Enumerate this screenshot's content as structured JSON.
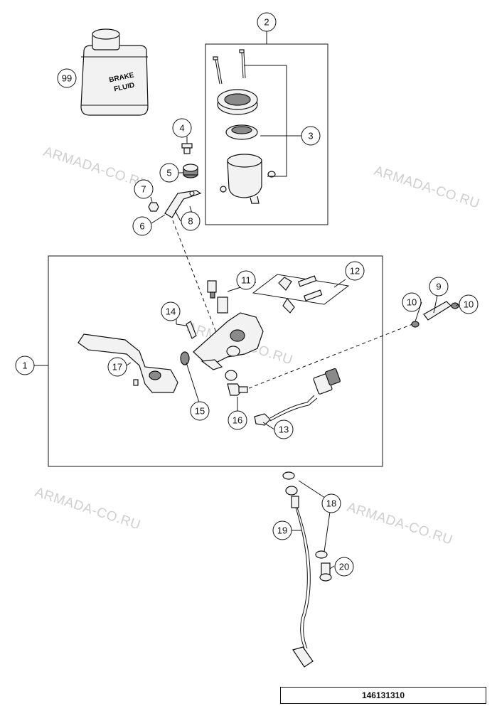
{
  "watermark": "ARMADA-CO.RU",
  "can_label_line1": "BRAKE",
  "can_label_line2": "FLUID",
  "reference_number": "146131310",
  "callouts": {
    "c1": "1",
    "c2": "2",
    "c3": "3",
    "c4": "4",
    "c5": "5",
    "c6": "6",
    "c7": "7",
    "c8": "8",
    "c9": "9",
    "c10a": "10",
    "c10b": "10",
    "c11": "11",
    "c12": "12",
    "c13": "13",
    "c14": "14",
    "c15": "15",
    "c16": "16",
    "c17": "17",
    "c18": "18",
    "c19": "19",
    "c20": "20",
    "c99": "99"
  }
}
